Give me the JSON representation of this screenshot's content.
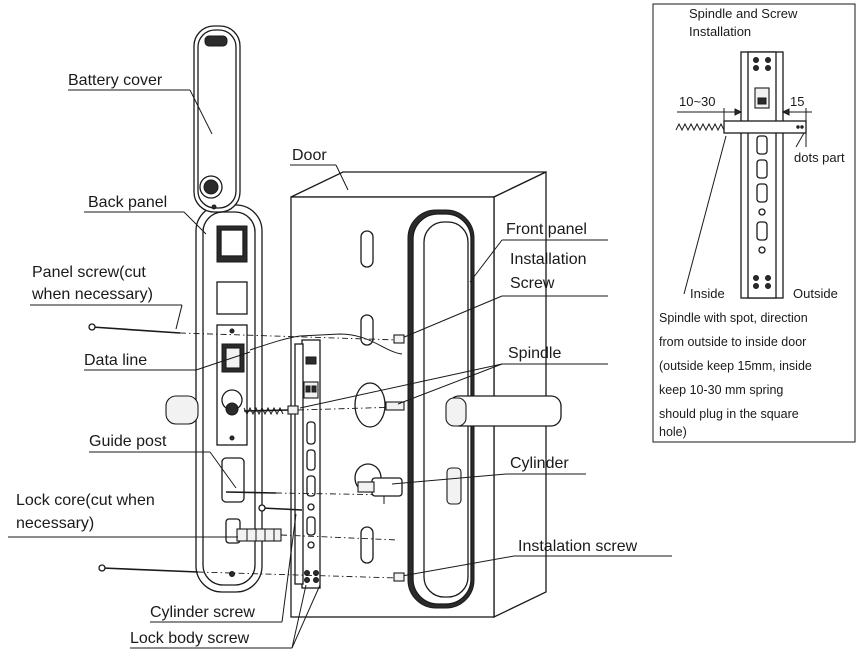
{
  "labels": {
    "battery_cover": "Battery cover",
    "back_panel": "Back panel",
    "panel_screw_1": "Panel screw(cut",
    "panel_screw_2": "when necessary)",
    "data_line": "Data line",
    "guide_post": "Guide post",
    "lock_core_1": "Lock core(cut when",
    "lock_core_2": "necessary)",
    "cylinder_screw": "Cylinder screw",
    "lock_body_screw": "Lock body screw",
    "door": "Door",
    "front_panel": "Front panel",
    "installation_screw_1": "Installation",
    "installation_screw_2": "Screw",
    "spindle": "Spindle",
    "cylinder": "Cylinder",
    "instalation_screw": "Instalation screw"
  },
  "inset": {
    "title_1": "Spindle and Screw",
    "title_2": "Installation",
    "dim_left": "10~30",
    "dim_right": "15",
    "dots_part": "dots part",
    "inside": "Inside",
    "outside": "Outside",
    "note": [
      "Spindle with spot, direction",
      "from outside to inside door",
      "(outside keep 15mm, inside",
      "keep 10-30 mm spring",
      "should plug in the square",
      "hole)"
    ]
  }
}
